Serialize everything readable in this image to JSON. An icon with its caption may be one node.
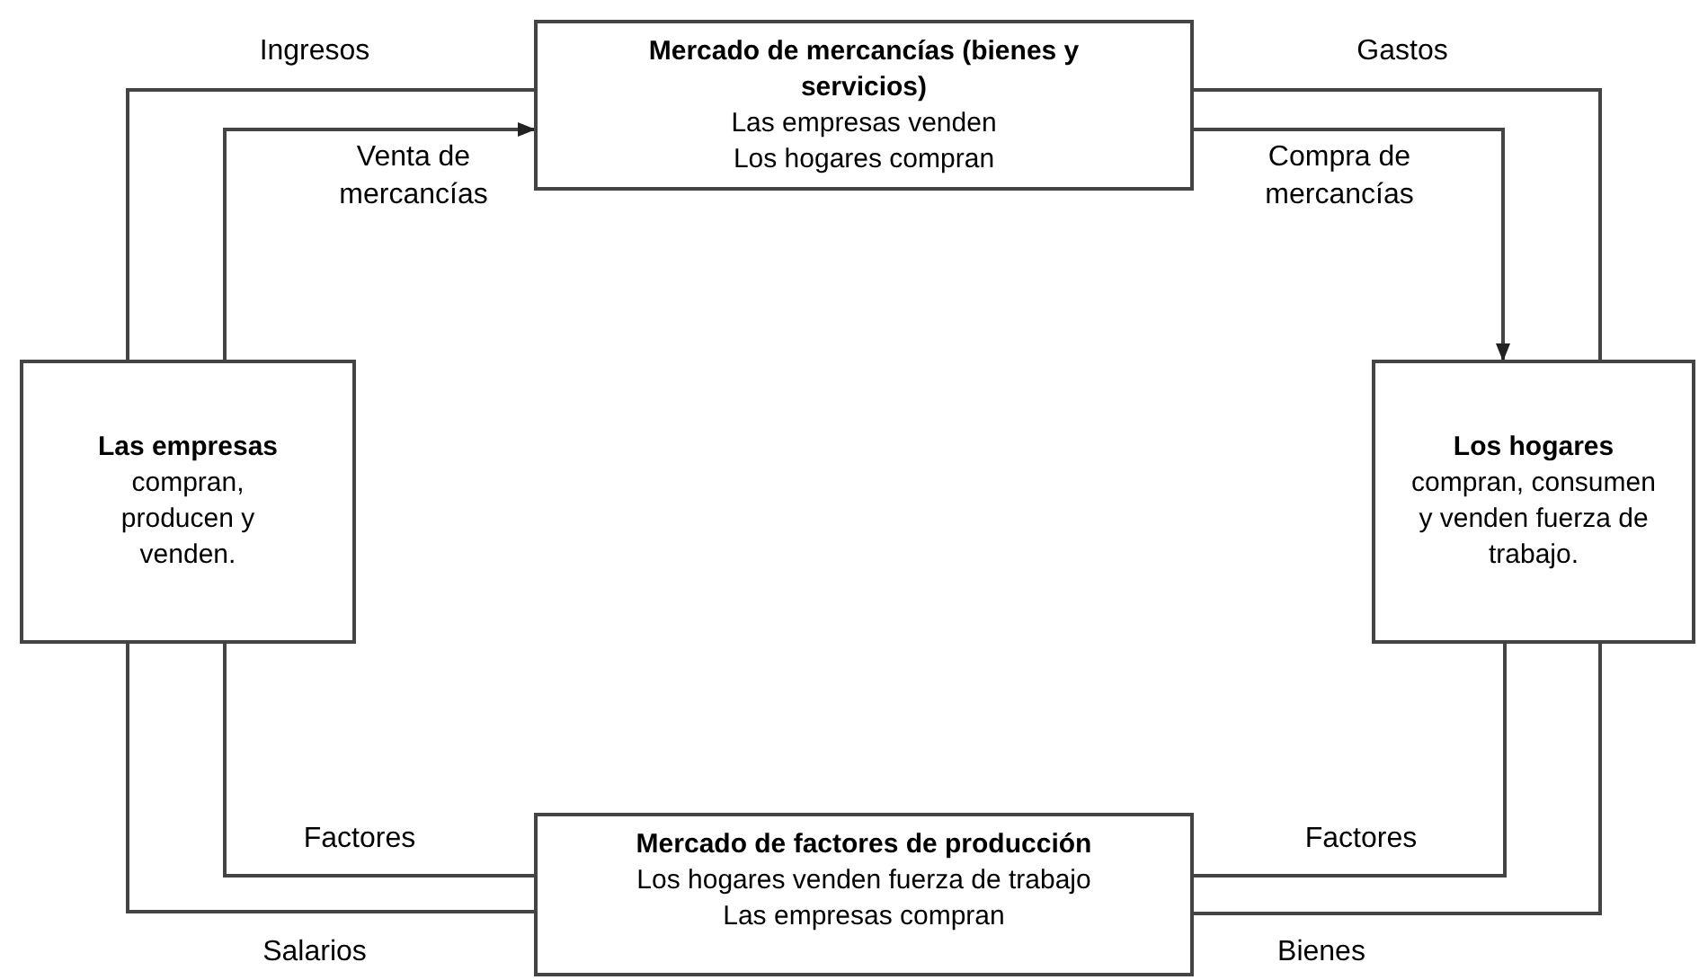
{
  "diagram": {
    "nodes": [
      {
        "text": [
          "Mercado de mercancías (bienes y servicios)",
          "Las empresas venden",
          "Los hogares compran"
        ]
      },
      {
        "text": [
          "Las empresas",
          "compran, producen y venden."
        ]
      },
      {
        "text": [
          "Los hogares",
          "compran, consumen y venden fuerza de trabajo."
        ]
      },
      {
        "text": [
          "Mercado de factores de producción",
          "Los hogares venden fuerza de trabajo",
          "Las empresas compran"
        ]
      }
    ],
    "edges": [
      {
        "from": 1,
        "to": 0,
        "arrow": "none",
        "label": "Ingresos"
      },
      {
        "from": 1,
        "to": 0,
        "arrow": "to",
        "label": "Venta de mercancías"
      },
      {
        "from": 0,
        "to": 2,
        "arrow": "none",
        "label": "Gastos"
      },
      {
        "from": 0,
        "to": 2,
        "arrow": "to",
        "label": "Compra de mercancías"
      },
      {
        "from": 1,
        "to": 3,
        "arrow": "none",
        "label": "Factores"
      },
      {
        "from": 1,
        "to": 3,
        "arrow": "none",
        "label": "Salarios"
      },
      {
        "from": 2,
        "to": 3,
        "arrow": "none",
        "label": "Factores"
      },
      {
        "from": 2,
        "to": 3,
        "arrow": "none",
        "label": "Bienes"
      }
    ]
  }
}
